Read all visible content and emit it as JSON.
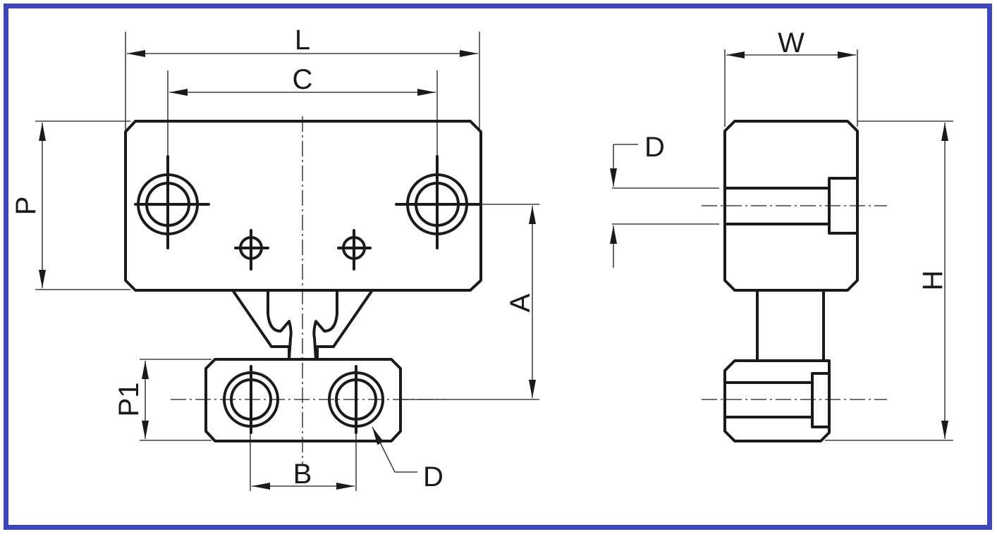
{
  "frame_color": "#3c46b8",
  "line_color": "#1a1a1a",
  "labels": {
    "L": "L",
    "C": "C",
    "P": "P",
    "A": "A",
    "P1": "P1",
    "B": "B",
    "D_front": "D",
    "W": "W",
    "D_side": "D",
    "H": "H"
  }
}
